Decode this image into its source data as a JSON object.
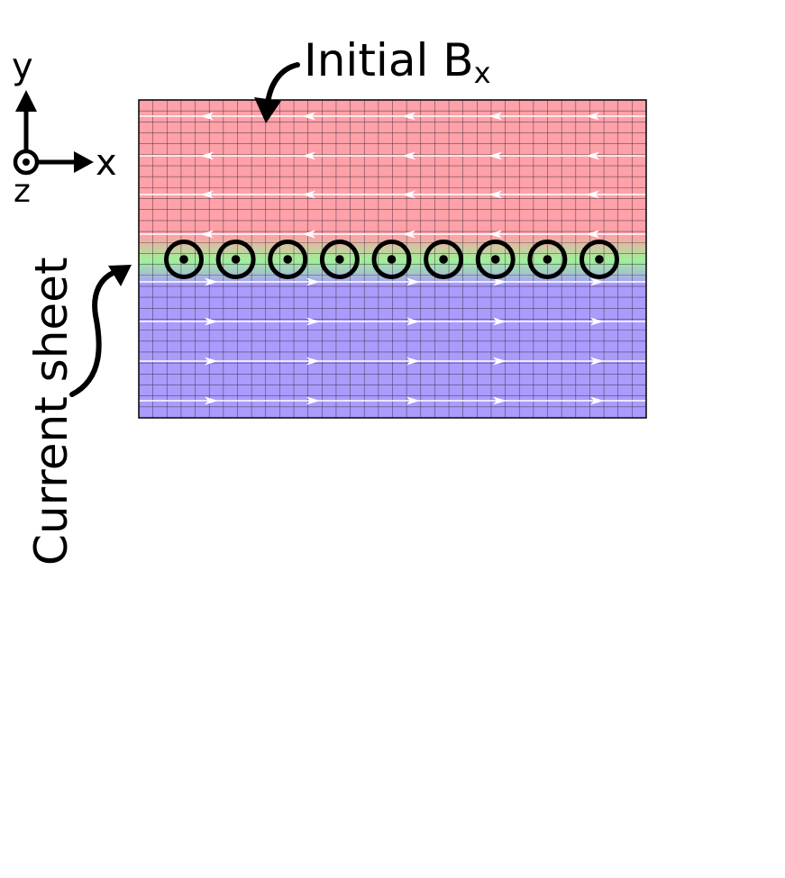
{
  "labels": {
    "title_main": "Initial B",
    "title_sub": "x",
    "current_sheet": "Current sheet",
    "axis_x": "x",
    "axis_y": "y",
    "axis_z": "z"
  },
  "colors": {
    "upper_region": "#fea1a8",
    "lower_region": "#aa9bfc",
    "sheet_center": "#9ef29a",
    "grid_line": "#3a2a3a",
    "field_line": "#ffffff",
    "current_marker": "#000000"
  },
  "icons": {
    "current_out_of_page": "dot-in-circle-icon",
    "field_direction": "arrow-head-icon"
  },
  "field": {
    "upper_direction": "-x",
    "lower_direction": "+x",
    "lines_per_region": 4
  },
  "current_sheet": {
    "direction": "+z (out of page)",
    "marker_count": 9
  }
}
